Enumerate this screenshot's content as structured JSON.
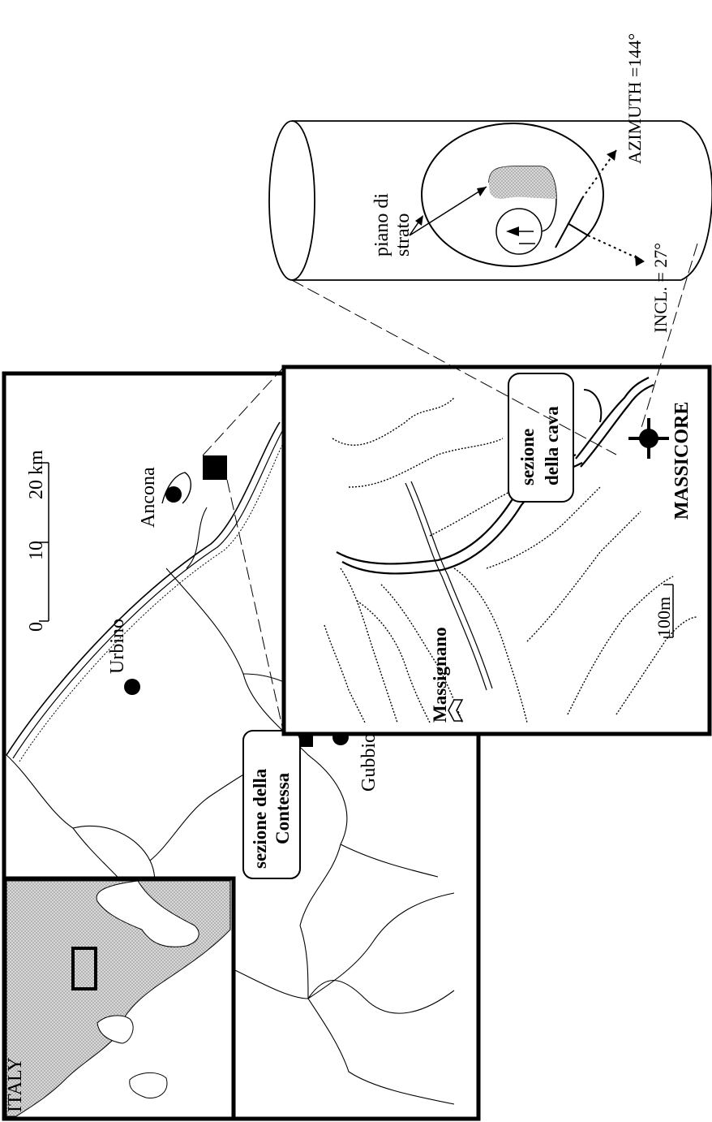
{
  "country": {
    "label": "ITALY"
  },
  "towns": [
    {
      "key": "urbino",
      "name": "Urbino"
    },
    {
      "key": "gubbio",
      "name": "Gubbio"
    },
    {
      "key": "ancona",
      "name": "Ancona"
    },
    {
      "key": "massignano",
      "name": "Massignano"
    }
  ],
  "sections": {
    "contessa": {
      "line1": "sezione della",
      "line2": "Contessa"
    },
    "cava": {
      "line1": "sezione",
      "line2": "della cava"
    }
  },
  "core_site": {
    "label": "MASSICORE"
  },
  "scale_main": {
    "ticks": [
      "0",
      "10",
      "20 km"
    ]
  },
  "scale_detail": {
    "label": "100m"
  },
  "core_diagram": {
    "bedding_label_line1": "piano di",
    "bedding_label_line2": "strato",
    "azimuth_label": "AZIMUTH =144°",
    "inclination_label": "INCL. = 27°"
  },
  "colors": {
    "land_fill": "#d9d9d9",
    "ink": "#000000"
  }
}
